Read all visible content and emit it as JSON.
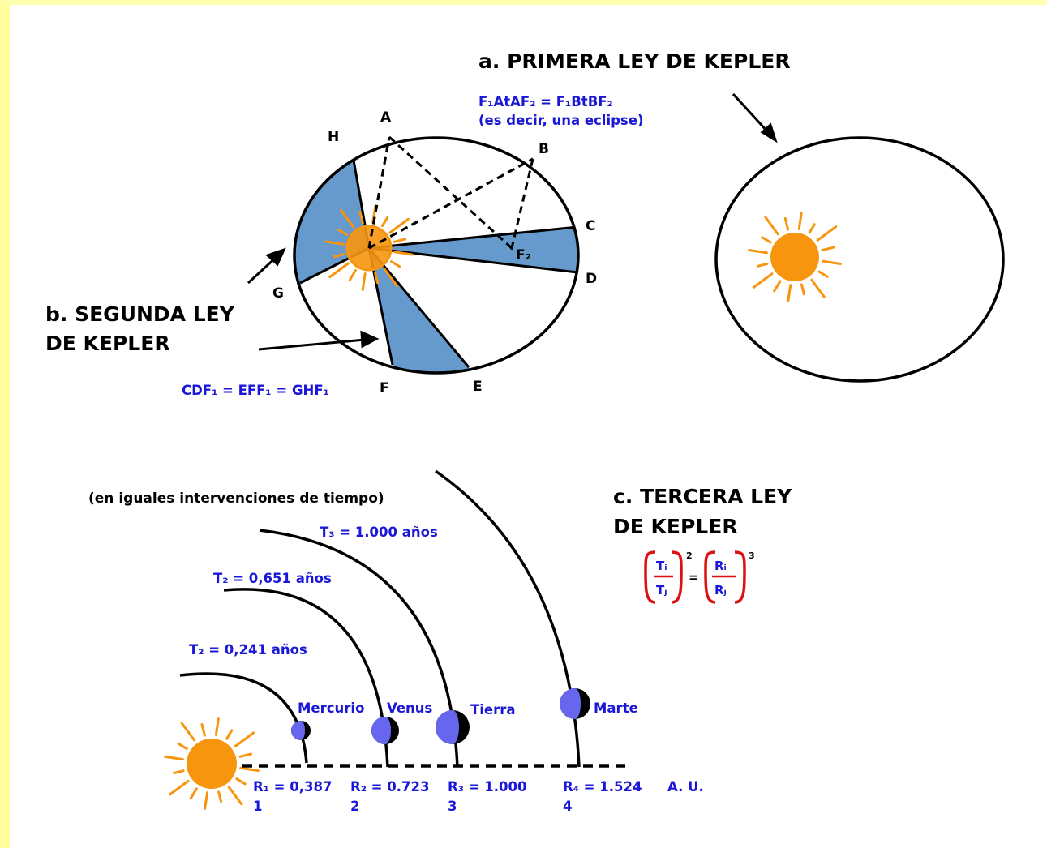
{
  "first_law": {
    "title": "a. PRIMERA LEY DE KEPLER",
    "formula": "F₁AtAF₂ = F₁BtBF₂",
    "note": "(es decir, una eclipse)"
  },
  "second_law": {
    "title_line1": "b. SEGUNDA LEY",
    "title_line2": "DE KEPLER",
    "formula": "CDF₁ = EFF₁ = GHF₁",
    "focus2_label": "F₂",
    "points": [
      "A",
      "B",
      "C",
      "D",
      "E",
      "F",
      "G",
      "H"
    ]
  },
  "third_law": {
    "title_line1": "c. TERCERA LEY",
    "title_line2": "DE KEPLER",
    "subtitle": "(en iguales intervenciones de tiempo)",
    "formula": {
      "t_num": "Tᵢ",
      "t_den": "Tⱼ",
      "r_num": "Rᵢ",
      "r_den": "Rⱼ",
      "exp_left": "2",
      "exp_right": "3",
      "eq": "="
    },
    "periods": [
      "T₂ = 0,241 años",
      "T₂ = 0,651 años",
      "T₃ = 1.000 años"
    ],
    "planets": [
      "Mercurio",
      "Venus",
      "Tierra",
      "Marte"
    ],
    "radii": [
      "R₁ = 0,387",
      "R₂ = 0.723",
      "R₃ = 1.000",
      "R₄ = 1.524"
    ],
    "radius_index": [
      "1",
      "2",
      "3",
      "4"
    ],
    "unit": "A. U."
  },
  "colors": {
    "sector": "#6699cc",
    "sun": "#f7950f",
    "planet_light": "#6666ee",
    "text_blue": "#1a17d6",
    "bracket_red": "#dd1111"
  }
}
